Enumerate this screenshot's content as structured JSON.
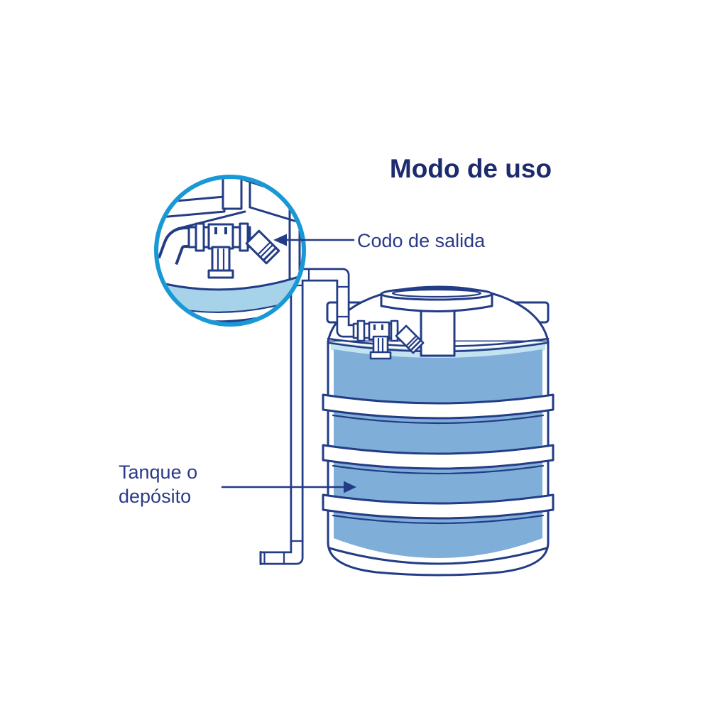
{
  "title": {
    "text": "Modo de uso"
  },
  "labels": {
    "codo": {
      "text": "Codo de salida"
    },
    "tanque": {
      "line1": "Tanque o",
      "line2": "depósito"
    }
  },
  "colors": {
    "background": "#ffffff",
    "outline_navy": "#233c86",
    "title_navy": "#1c2a6e",
    "label_navy": "#2b3a88",
    "water_blue": "#7fafd8",
    "water_surface": "#c3e3f1",
    "inset_light_blue": "#a6d3e9",
    "inset_ring": "#1899d6"
  }
}
